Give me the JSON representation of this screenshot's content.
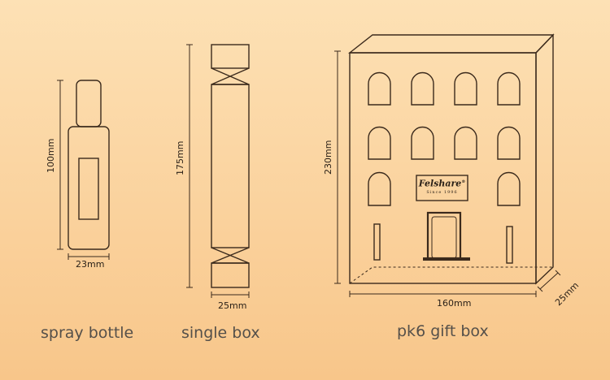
{
  "spray_bottle": {
    "height": "100mm",
    "width": "23mm",
    "caption": "spray bottle"
  },
  "single_box": {
    "height": "175mm",
    "width": "25mm",
    "caption": "single box"
  },
  "gift_box": {
    "height": "230mm",
    "width": "160mm",
    "depth": "25mm",
    "caption": "pk6 gift box"
  },
  "logo": {
    "brand": "Felshare",
    "tagline": "Since 1996",
    "mark": "®"
  }
}
